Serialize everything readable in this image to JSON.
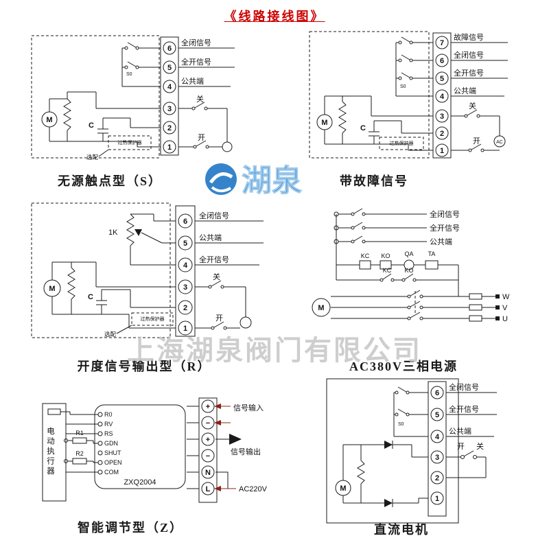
{
  "title": "《线路接线图》",
  "watermark": {
    "logo_text": "湖泉",
    "company": "上海湖泉阀门有限公司"
  },
  "colors": {
    "title_red": "#cc0000",
    "logo_blue": "#2b7ec9",
    "watermark_gray": "#c3c3c3",
    "line_black": "#1a1a1a",
    "accent_dark_red": "#8b2016"
  },
  "panels": {
    "passive": {
      "caption": "无源触点型（S）",
      "terminals": [
        "6",
        "5",
        "4",
        "3",
        "2",
        "1"
      ],
      "labels": {
        "full_closed": "全闭信号",
        "full_open": "全开信号",
        "common": "公共端",
        "close": "关",
        "open": "开",
        "motor": "M",
        "capacitor": "C",
        "limit_switch": "S0",
        "optional": "选配",
        "protector": "过热保护器"
      }
    },
    "fault": {
      "caption": "带故障信号",
      "terminals": [
        "7",
        "6",
        "5",
        "4",
        "3",
        "2",
        "1"
      ],
      "labels": {
        "fault": "故障信号",
        "full_closed": "全闭信号",
        "full_open": "全开信号",
        "common": "公共端",
        "close": "关",
        "open": "开",
        "motor": "M",
        "capacitor": "C",
        "limit_switch": "S0",
        "protector": "过热保护器",
        "ac": "AC"
      }
    },
    "feedback": {
      "caption": "开度信号输出型（R）",
      "terminals": [
        "6",
        "5",
        "4",
        "3",
        "2",
        "1"
      ],
      "labels": {
        "full_closed": "全闭信号",
        "common": "公共端",
        "full_open": "全开信号",
        "pot": "1K",
        "close": "关",
        "open": "开",
        "motor": "M",
        "capacitor": "C",
        "optional": "选配",
        "protector": "过热保护器"
      }
    },
    "ac380": {
      "caption": "AC380V三相电源",
      "labels": {
        "full_closed": "全闭信号",
        "full_open": "全开信号",
        "common": "公共端",
        "kc1": "KC",
        "ko1": "KO",
        "qa": "QA",
        "ta": "TA",
        "kc2": "KC",
        "ko2": "KO",
        "motor": "M",
        "w": "W",
        "v": "V",
        "u": "U"
      }
    },
    "smart": {
      "caption": "智能调节型（Z）",
      "actuator": "电动执行器",
      "module": "ZXQ2004",
      "pins": [
        "R0",
        "RV",
        "RS",
        "GDN",
        "SHUT",
        "OPEN",
        "COM"
      ],
      "resistors": [
        "R1",
        "R2"
      ],
      "terminals": [
        "+",
        "−",
        "+",
        "−",
        "N",
        "L"
      ],
      "labels": {
        "signal_in": "信号输入",
        "signal_out": "信号输出",
        "power": "AC220V"
      }
    },
    "dc": {
      "caption": "直流电机",
      "terminals": [
        "6",
        "5",
        "4",
        "3",
        "2",
        "1"
      ],
      "labels": {
        "full_closed": "全闭信号",
        "full_open": "全开信号",
        "common": "公共端",
        "open": "开",
        "close": "关",
        "limit_switch": "S0",
        "motor": "M"
      }
    }
  }
}
